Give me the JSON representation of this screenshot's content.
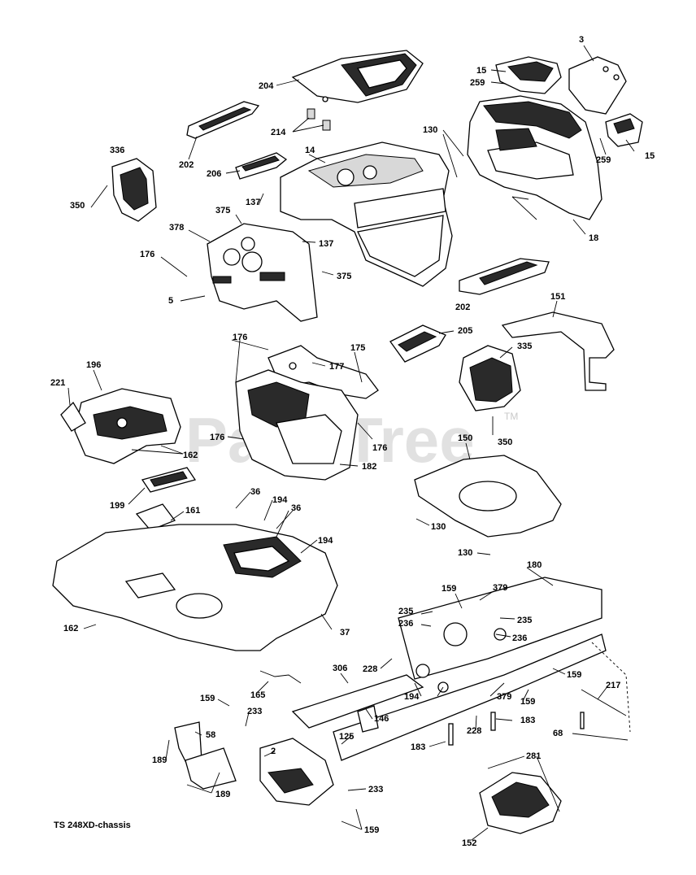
{
  "caption": "TS 248XD-chassis",
  "watermark": "PartsTree",
  "watermark_tm": "TM",
  "parts": [
    {
      "id": "hood",
      "label": "204"
    },
    {
      "id": "cap-rear-right",
      "label": "15"
    },
    {
      "id": "cap-rear-right-2",
      "label": "259"
    },
    {
      "id": "side-panel",
      "label": "3"
    },
    {
      "id": "vent-left",
      "label": "202"
    },
    {
      "id": "clips-214",
      "label": "214"
    },
    {
      "id": "fender",
      "label": "14"
    },
    {
      "id": "grille-inner",
      "label": "206"
    },
    {
      "id": "screw-130",
      "label": "130"
    },
    {
      "id": "hood-body",
      "label": "18"
    },
    {
      "id": "clip-259",
      "label": "259"
    },
    {
      "id": "clip-15",
      "label": "15"
    },
    {
      "id": "headlight-336",
      "label": "336"
    },
    {
      "id": "screw-350",
      "label": "350"
    },
    {
      "id": "clip-375",
      "label": "375"
    },
    {
      "id": "clip-137",
      "label": "137"
    },
    {
      "id": "clip-137b",
      "label": "137"
    },
    {
      "id": "nut-378",
      "label": "378"
    },
    {
      "id": "screw-176",
      "label": "176"
    },
    {
      "id": "dash-5",
      "label": "5"
    },
    {
      "id": "clip-375b",
      "label": "375"
    },
    {
      "id": "vent-right",
      "label": "202"
    },
    {
      "id": "bracket-151",
      "label": "151"
    },
    {
      "id": "cover-205",
      "label": "205"
    },
    {
      "id": "headlight-335",
      "label": "335"
    },
    {
      "id": "console-196",
      "label": "196"
    },
    {
      "id": "decal-221",
      "label": "221"
    },
    {
      "id": "screw-176b",
      "label": "176"
    },
    {
      "id": "bracket-175",
      "label": "175"
    },
    {
      "id": "screw-177",
      "label": "177"
    },
    {
      "id": "screw-162",
      "label": "162"
    },
    {
      "id": "screw-176c",
      "label": "176"
    },
    {
      "id": "screw-176d",
      "label": "176"
    },
    {
      "id": "lower-182",
      "label": "182"
    },
    {
      "id": "plate-150",
      "label": "150"
    },
    {
      "id": "screw-350b",
      "label": "350"
    },
    {
      "id": "plate-199",
      "label": "199"
    },
    {
      "id": "screw-36",
      "label": "36"
    },
    {
      "id": "nut-194",
      "label": "194"
    },
    {
      "id": "screw-36b",
      "label": "36"
    },
    {
      "id": "cover-161",
      "label": "161"
    },
    {
      "id": "nut-194b",
      "label": "194"
    },
    {
      "id": "screw-130b",
      "label": "130"
    },
    {
      "id": "screw-130c",
      "label": "130"
    },
    {
      "id": "frame-180",
      "label": "180"
    },
    {
      "id": "screw-159",
      "label": "159"
    },
    {
      "id": "nut-379",
      "label": "379"
    },
    {
      "id": "washer-235",
      "label": "235"
    },
    {
      "id": "washer-236",
      "label": "236"
    },
    {
      "id": "washer-235b",
      "label": "235"
    },
    {
      "id": "washer-236b",
      "label": "236"
    },
    {
      "id": "deck-37",
      "label": "37"
    },
    {
      "id": "screw-162b",
      "label": "162"
    },
    {
      "id": "screw-306",
      "label": "306"
    },
    {
      "id": "screw-228",
      "label": "228"
    },
    {
      "id": "screw-159b",
      "label": "159"
    },
    {
      "id": "rod-217",
      "label": "217"
    },
    {
      "id": "spring-165",
      "label": "165"
    },
    {
      "id": "bushing-194",
      "label": "194"
    },
    {
      "id": "nut-379b",
      "label": "379"
    },
    {
      "id": "screw-159c",
      "label": "159"
    },
    {
      "id": "screw-159d",
      "label": "159"
    },
    {
      "id": "bracket-146",
      "label": "146"
    },
    {
      "id": "screw-233",
      "label": "233"
    },
    {
      "id": "screw-228b",
      "label": "228"
    },
    {
      "id": "bolt-183",
      "label": "183"
    },
    {
      "id": "bracket-58",
      "label": "58"
    },
    {
      "id": "frame-125",
      "label": "125"
    },
    {
      "id": "screw-68",
      "label": "68"
    },
    {
      "id": "bolt-183b",
      "label": "183"
    },
    {
      "id": "bracket-2",
      "label": "2"
    },
    {
      "id": "screw-189",
      "label": "189"
    },
    {
      "id": "screw-189b",
      "label": "189"
    },
    {
      "id": "screw-233b",
      "label": "233"
    },
    {
      "id": "screw-281",
      "label": "281"
    },
    {
      "id": "screw-159e",
      "label": "159"
    },
    {
      "id": "tray-152",
      "label": "152"
    }
  ]
}
